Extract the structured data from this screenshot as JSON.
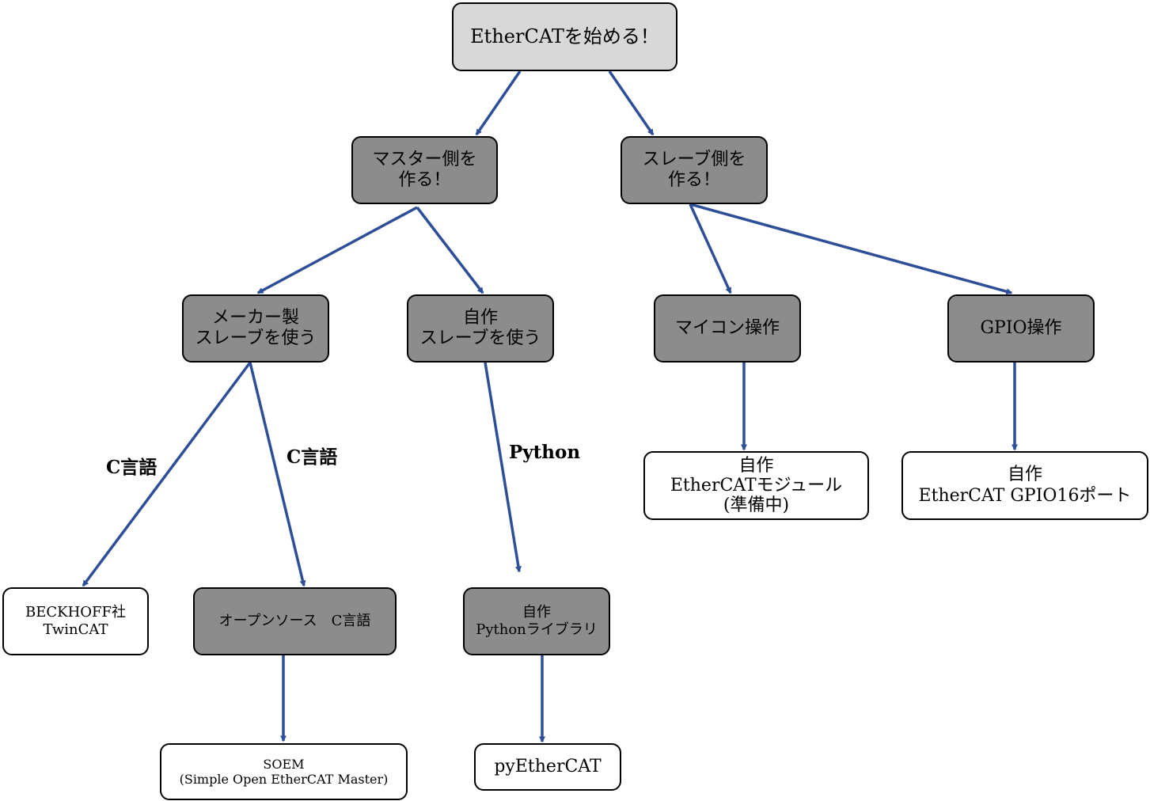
{
  "colors": {
    "edge": "#2e4f98",
    "root_fill": "#d8d8d8",
    "mid_fill": "#8c8c8c",
    "leaf_fill": "#ffffff",
    "border": "#000000"
  },
  "nodes": {
    "root": {
      "lines": [
        "EtherCATを始める！"
      ]
    },
    "master": {
      "lines": [
        "マスター側を",
        "作る！"
      ]
    },
    "slave": {
      "lines": [
        "スレーブ側を",
        "作る！"
      ]
    },
    "maker_slave": {
      "lines": [
        "メーカー製",
        "スレーブを使う"
      ]
    },
    "custom_slave": {
      "lines": [
        "自作",
        "スレーブを使う"
      ]
    },
    "mcu": {
      "lines": [
        "マイコン操作"
      ]
    },
    "gpio": {
      "lines": [
        "GPIO操作"
      ]
    },
    "custom_module": {
      "lines": [
        "自作",
        "EtherCATモジュール",
        "(準備中)"
      ]
    },
    "custom_gpio16": {
      "lines": [
        "自作",
        "EtherCAT GPIO16ポート"
      ]
    },
    "beckhoff": {
      "lines": [
        "BECKHOFF社",
        "TwinCAT"
      ]
    },
    "opensource": {
      "lines": [
        "オープンソース　C言語"
      ]
    },
    "python_lib": {
      "lines": [
        "自作",
        "Pythonライブラリ"
      ]
    },
    "soem": {
      "lines": [
        "SOEM",
        "(Simple Open EtherCAT Master)"
      ]
    },
    "pyethercat": {
      "lines": [
        "pyEtherCAT"
      ]
    }
  },
  "edge_labels": {
    "c_lang_1": "C言語",
    "c_lang_2": "C言語",
    "python": "Python"
  }
}
